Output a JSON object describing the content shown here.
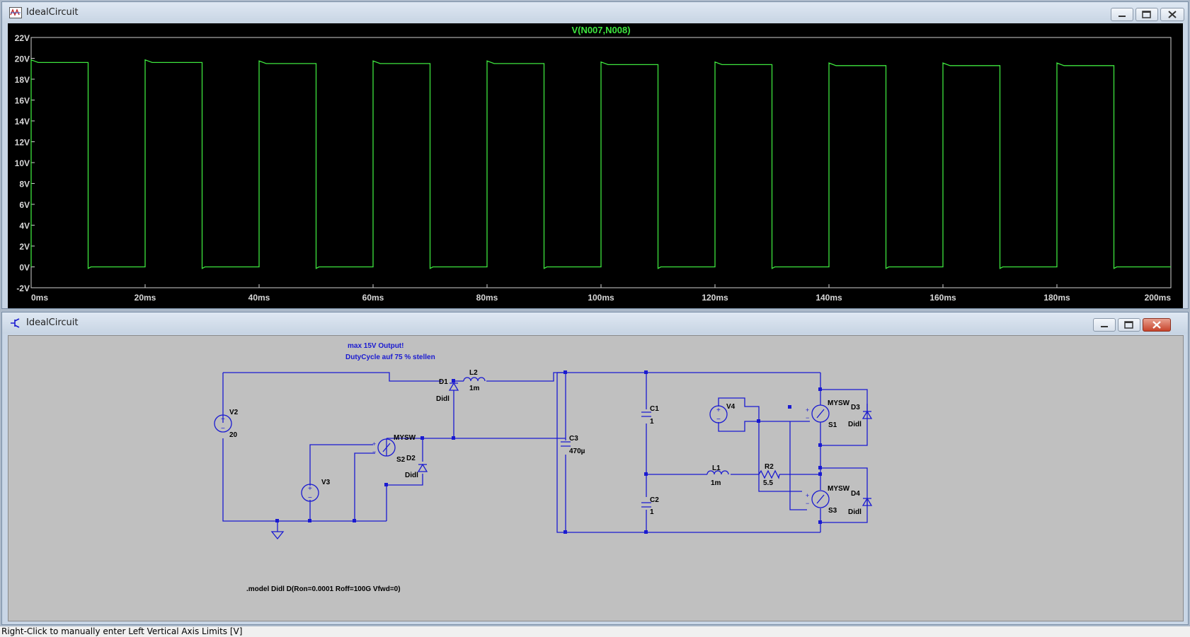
{
  "waveform_window": {
    "title": "IdealCircuit",
    "trace_label": "V(N007,N008)",
    "trace_color": "#3ee53e",
    "chart_data": {
      "type": "line",
      "title": "V(N007,N008)",
      "xlabel": "",
      "ylabel": "",
      "xlim": [
        0,
        200
      ],
      "ylim": [
        -2,
        22
      ],
      "x_ticks": [
        "0ms",
        "20ms",
        "40ms",
        "60ms",
        "80ms",
        "100ms",
        "120ms",
        "140ms",
        "160ms",
        "180ms",
        "200ms"
      ],
      "y_ticks": [
        "22V",
        "20V",
        "18V",
        "16V",
        "14V",
        "12V",
        "10V",
        "8V",
        "6V",
        "4V",
        "2V",
        "0V",
        "-2V"
      ],
      "grid": false,
      "series": [
        {
          "name": "V(N007,N008)",
          "period_ms": 20,
          "duty_cycle": 0.5,
          "high_values": [
            19.6,
            19.6,
            19.5,
            19.5,
            19.5,
            19.4,
            19.4,
            19.3,
            19.3,
            19.3
          ],
          "low_value": 0
        }
      ]
    }
  },
  "schematic_window": {
    "title": "IdealCircuit",
    "comments": [
      "max 15V Output!",
      "DutyCycle auf 75 % stellen"
    ],
    "directive": ".model Didl D(Ron=0.0001 Roff=100G Vfwd=0)",
    "components": {
      "V2": {
        "name": "V2",
        "value": "20"
      },
      "V3": {
        "name": "V3"
      },
      "V4": {
        "name": "V4"
      },
      "S2": {
        "name": "S2",
        "model": "MYSW"
      },
      "S1": {
        "name": "S1",
        "model": "MYSW"
      },
      "S3": {
        "name": "S3",
        "model": "MYSW"
      },
      "D1": {
        "name": "D1",
        "model": "Didl"
      },
      "D2": {
        "name": "D2",
        "model": "Didl"
      },
      "D3": {
        "name": "D3",
        "model": "Didl"
      },
      "D4": {
        "name": "D4",
        "model": "Didl"
      },
      "L1": {
        "name": "L1",
        "value": "1m"
      },
      "L2": {
        "name": "L2",
        "value": "1m"
      },
      "C1": {
        "name": "C1",
        "value": "1"
      },
      "C2": {
        "name": "C2",
        "value": "1"
      },
      "C3": {
        "name": "C3",
        "value": "470µ"
      },
      "R2": {
        "name": "R2",
        "value": "5.5"
      }
    },
    "wire_color": "#1a1ad1",
    "label_color": "#000000",
    "comment_color": "#1a1ad1"
  },
  "status_bar": {
    "text": "Right-Click to manually enter Left Vertical Axis Limits [V]"
  }
}
